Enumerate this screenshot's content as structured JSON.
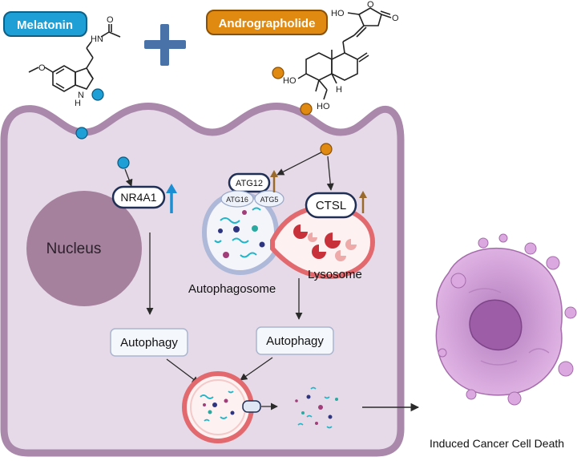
{
  "labels": {
    "melatonin": "Melatonin",
    "andrographolide": "Andrographolide",
    "nucleus": "Nucleus",
    "nr4a1": "NR4A1",
    "atg12": "ATG12",
    "atg16": "ATG16",
    "atg5": "ATG5",
    "ctsl": "CTSL",
    "autophagosome": "Autophagosome",
    "lysosome": "Lysosome",
    "autophagy_left": "Autophagy",
    "autophagy_right": "Autophagy",
    "cell_death": "Induced Cancer Cell Death",
    "mol_ho_top": "HO",
    "mol_ho_mid": "HO",
    "mol_ho_bottom": "HO",
    "mol_o_ring": "O",
    "mol_o_carbonyl": "O",
    "mol_h": "H",
    "mol_o_methoxy": "O",
    "mol_nh_amide": "HN",
    "mol_o_amide": "O",
    "mol_nh_indole": "N",
    "mol_h_indole": "H"
  },
  "colors": {
    "melatonin": "#1e9fd6",
    "andrographolide": "#e08a12",
    "cell_fill": "#e6dae8",
    "cell_border": "#a988ac",
    "nucleus": "#a5819e",
    "lysosome_red": "#c9313a",
    "upregulation_blue": "#1b8fd3",
    "upregulation_brown": "#9a6a2c",
    "dead_cell": "#d9a7de"
  }
}
